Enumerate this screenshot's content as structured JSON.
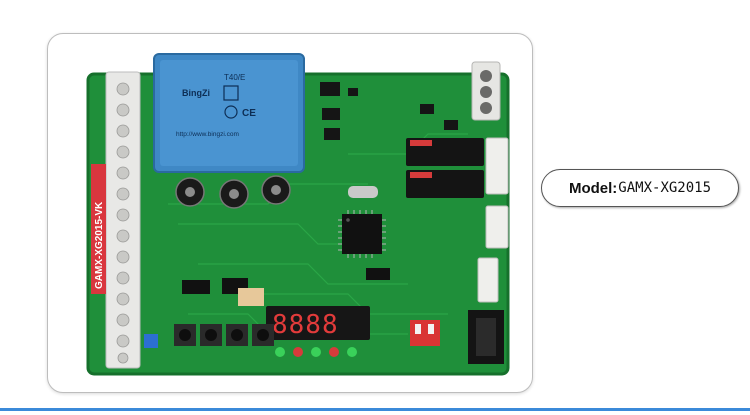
{
  "product_photo": {
    "board_side_label": "GAMX-XG2015-VK",
    "transformer": {
      "brand": "BingZi",
      "rating": "T40/E",
      "url": "http://www.bingzi.com"
    },
    "display_digits": "8888"
  },
  "model_callout": {
    "label": "Model:",
    "value": "GAMX-XG2015"
  },
  "colors": {
    "pcb_green": "#1f8f3a",
    "transformer_blue": "#3f88c5",
    "accent_rule": "#3b8ad9"
  }
}
